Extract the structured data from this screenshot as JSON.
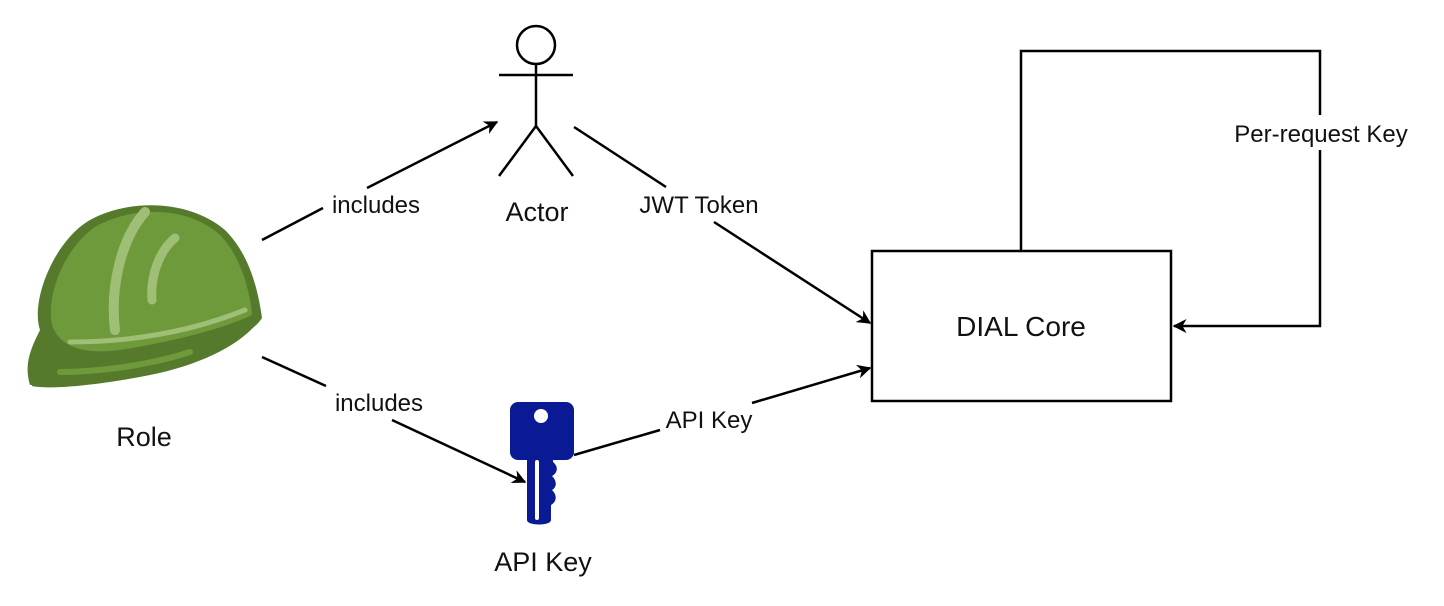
{
  "diagram": {
    "nodes": {
      "role": {
        "label": "Role",
        "icon": "hard-hat-icon",
        "color": "#6e9a3c"
      },
      "actor": {
        "label": "Actor",
        "icon": "stick-figure-icon"
      },
      "api_key": {
        "label": "API Key",
        "icon": "key-icon",
        "color": "#0a1a94"
      },
      "dial_core": {
        "label": "DIAL Core"
      }
    },
    "edges": {
      "role_to_actor": {
        "label": "includes",
        "from": "Role",
        "to": "Actor"
      },
      "role_to_key": {
        "label": "includes",
        "from": "Role",
        "to": "API Key"
      },
      "actor_to_core": {
        "label": "JWT Token",
        "from": "Actor",
        "to": "DIAL Core"
      },
      "key_to_core": {
        "label": "API Key",
        "from": "API Key",
        "to": "DIAL Core"
      },
      "core_loop": {
        "label": "Per-request Key",
        "from": "DIAL Core",
        "to": "DIAL Core"
      }
    }
  }
}
